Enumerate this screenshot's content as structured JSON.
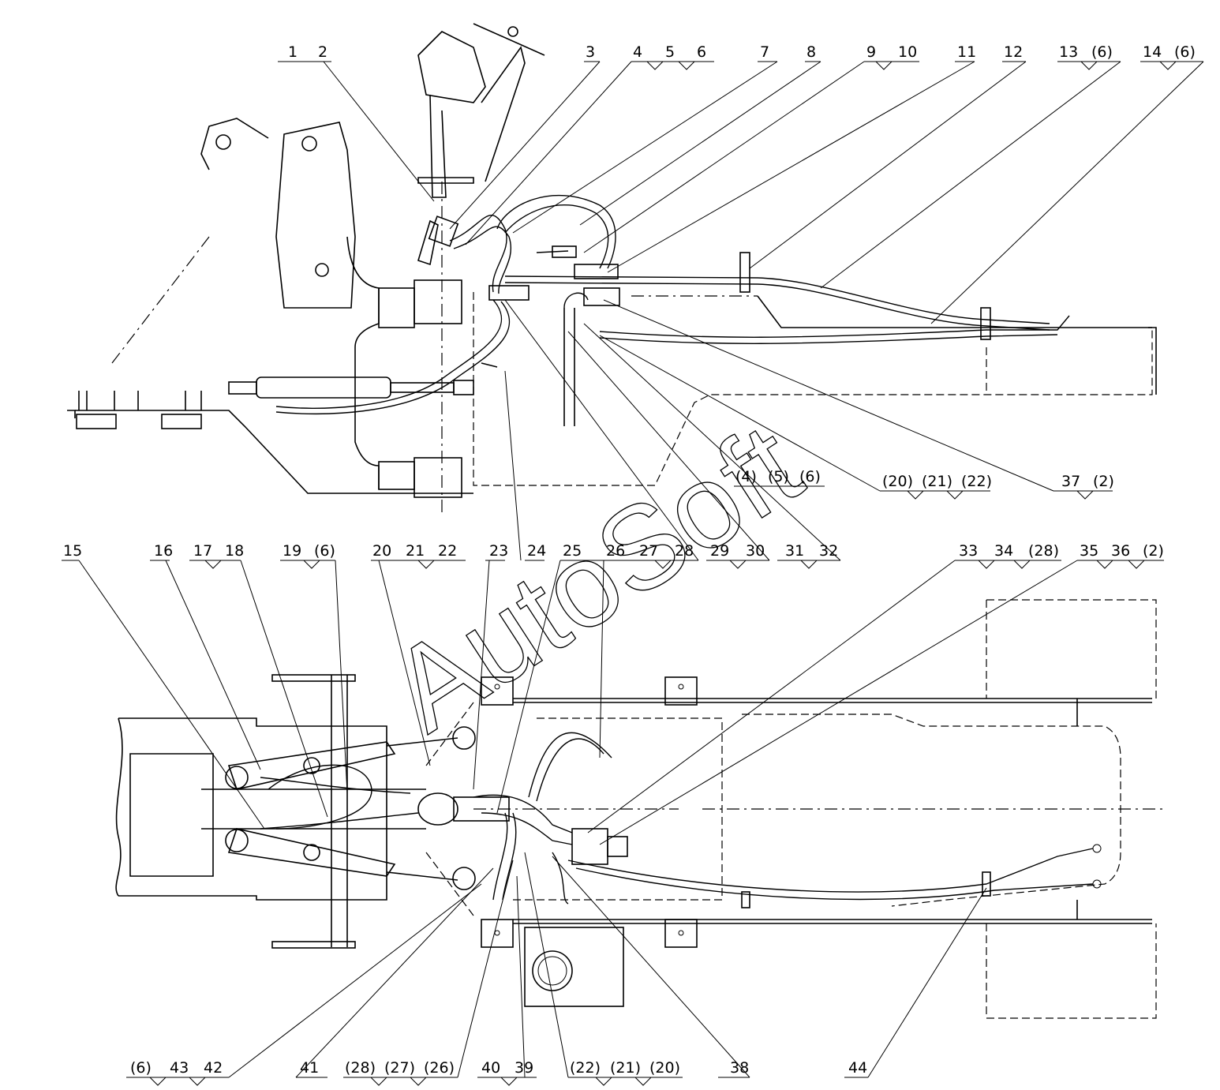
{
  "watermark": "AutoSoft",
  "callouts_top": [
    {
      "id": "c1",
      "text": "1"
    },
    {
      "id": "c2",
      "text": "2"
    },
    {
      "id": "c3",
      "text": "3"
    },
    {
      "id": "c4",
      "text": "4"
    },
    {
      "id": "c5",
      "text": "5"
    },
    {
      "id": "c6",
      "text": "6"
    },
    {
      "id": "c7",
      "text": "7"
    },
    {
      "id": "c8",
      "text": "8"
    },
    {
      "id": "c9",
      "text": "9"
    },
    {
      "id": "c10",
      "text": "10"
    },
    {
      "id": "c11",
      "text": "11"
    },
    {
      "id": "c12",
      "text": "12"
    },
    {
      "id": "c13",
      "text": "13"
    },
    {
      "id": "c13q",
      "text": "(6)"
    },
    {
      "id": "c14",
      "text": "14"
    },
    {
      "id": "c14q",
      "text": "(6)"
    }
  ],
  "callouts_mid": [
    {
      "id": "m4",
      "text": "(4)"
    },
    {
      "id": "m5",
      "text": "(5)"
    },
    {
      "id": "m6",
      "text": "(6)"
    },
    {
      "id": "m20",
      "text": "(20)"
    },
    {
      "id": "m21",
      "text": "(21)"
    },
    {
      "id": "m22",
      "text": "(22)"
    },
    {
      "id": "m37",
      "text": "37"
    },
    {
      "id": "m37q",
      "text": "(2)"
    }
  ],
  "callouts_row2": [
    {
      "id": "r15",
      "text": "15"
    },
    {
      "id": "r16",
      "text": "16"
    },
    {
      "id": "r17",
      "text": "17"
    },
    {
      "id": "r18",
      "text": "18"
    },
    {
      "id": "r19",
      "text": "19"
    },
    {
      "id": "r19q",
      "text": "(6)"
    },
    {
      "id": "r20",
      "text": "20"
    },
    {
      "id": "r21",
      "text": "21"
    },
    {
      "id": "r22",
      "text": "22"
    },
    {
      "id": "r23",
      "text": "23"
    },
    {
      "id": "r24",
      "text": "24"
    },
    {
      "id": "r25",
      "text": "25"
    },
    {
      "id": "r26",
      "text": "26"
    },
    {
      "id": "r27",
      "text": "27"
    },
    {
      "id": "r28",
      "text": "28"
    },
    {
      "id": "r29",
      "text": "29"
    },
    {
      "id": "r30",
      "text": "30"
    },
    {
      "id": "r31",
      "text": "31"
    },
    {
      "id": "r32",
      "text": "32"
    },
    {
      "id": "r33",
      "text": "33"
    },
    {
      "id": "r34",
      "text": "34"
    },
    {
      "id": "r34q",
      "text": "(28)"
    },
    {
      "id": "r35",
      "text": "35"
    },
    {
      "id": "r36",
      "text": "36"
    },
    {
      "id": "r36q",
      "text": "(2)"
    }
  ],
  "callouts_bottom": [
    {
      "id": "b6",
      "text": "(6)"
    },
    {
      "id": "b43",
      "text": "43"
    },
    {
      "id": "b42",
      "text": "42"
    },
    {
      "id": "b41",
      "text": "41"
    },
    {
      "id": "b28",
      "text": "(28)"
    },
    {
      "id": "b27",
      "text": "(27)"
    },
    {
      "id": "b26",
      "text": "(26)"
    },
    {
      "id": "b40",
      "text": "40"
    },
    {
      "id": "b39",
      "text": "39"
    },
    {
      "id": "b22",
      "text": "(22)"
    },
    {
      "id": "b21",
      "text": "(21)"
    },
    {
      "id": "b20",
      "text": "(20)"
    },
    {
      "id": "b38",
      "text": "38"
    },
    {
      "id": "b44",
      "text": "44"
    }
  ]
}
